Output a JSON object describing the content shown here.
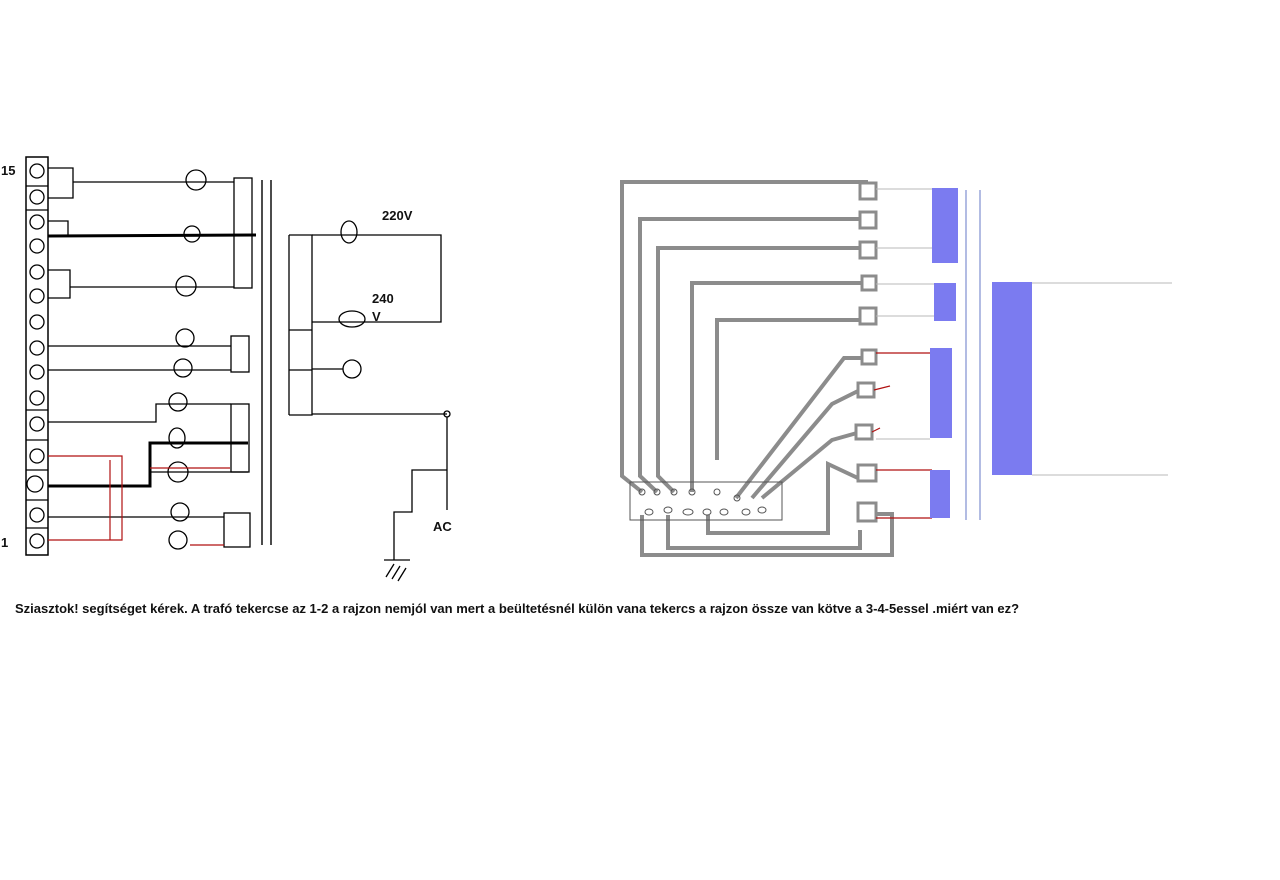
{
  "schematic": {
    "pin_top_label": "15",
    "pin_bottom_label": "1",
    "voltage_220": "220V",
    "voltage_240_line1": "240",
    "voltage_240_line2": "V",
    "ac_label": "AC"
  },
  "caption": {
    "text": "Sziasztok! segítséget kérek. A trafó tekercse az 1-2 a rajzon nemjól van mert   a beültetésnél külön vana tekercs a rajzon össze van kötve a 3-4-5essel .miért van ez?"
  },
  "colors": {
    "pcb_trace": "#8c8c8c",
    "winding_block": "#7b7bf0",
    "red_wire": "#b01010",
    "ink": "#000000"
  }
}
